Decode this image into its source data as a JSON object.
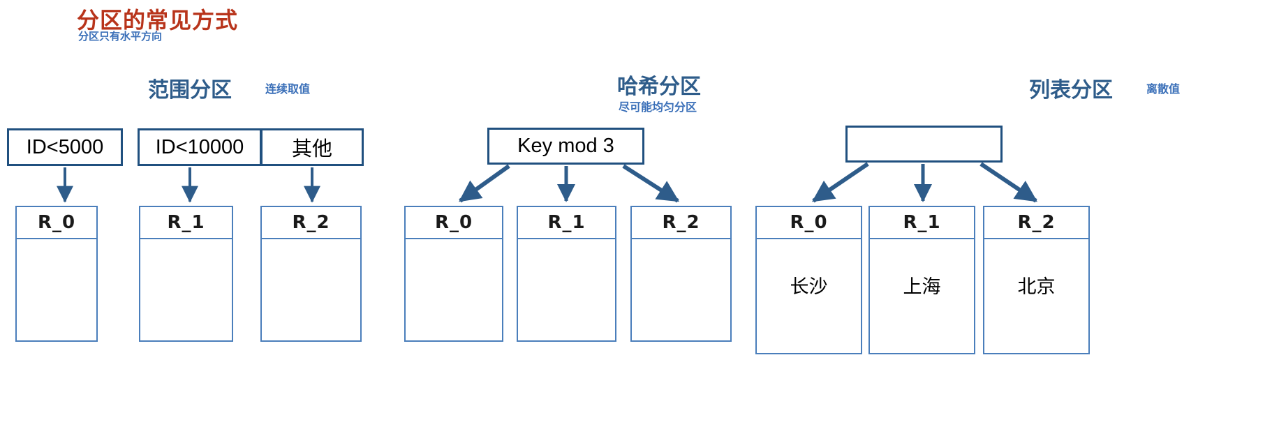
{
  "page": {
    "title": "分区的常见方式",
    "subtitle": "分区只有水平方向",
    "title_color": "#B8341B",
    "accent_color": "#2E5C8A",
    "note_color": "#3A6FB8",
    "box_border_color": "#20507F",
    "table_border_color": "#4A7EBB",
    "background": "#ffffff"
  },
  "sections": [
    {
      "id": "range",
      "title": "范围分区",
      "note": "连续取值",
      "top_boxes": [
        {
          "label": "ID<5000"
        },
        {
          "label": "ID<10000"
        },
        {
          "label": "其他"
        }
      ],
      "tables": [
        {
          "header": "R_0",
          "value": ""
        },
        {
          "header": "R_1",
          "value": ""
        },
        {
          "header": "R_2",
          "value": ""
        }
      ],
      "arrow_style": "straight-down"
    },
    {
      "id": "hash",
      "title": "哈希分区",
      "note": "尽可能均匀分区",
      "top_boxes": [
        {
          "label": "Key mod 3"
        }
      ],
      "tables": [
        {
          "header": "R_0",
          "value": ""
        },
        {
          "header": "R_1",
          "value": ""
        },
        {
          "header": "R_2",
          "value": ""
        }
      ],
      "arrow_style": "fan-out"
    },
    {
      "id": "list",
      "title": "列表分区",
      "note": "离散值",
      "top_boxes": [
        {
          "label": ""
        }
      ],
      "tables": [
        {
          "header": "R_0",
          "value": "长沙"
        },
        {
          "header": "R_1",
          "value": "上海"
        },
        {
          "header": "R_2",
          "value": "北京"
        }
      ],
      "arrow_style": "fan-out"
    }
  ]
}
